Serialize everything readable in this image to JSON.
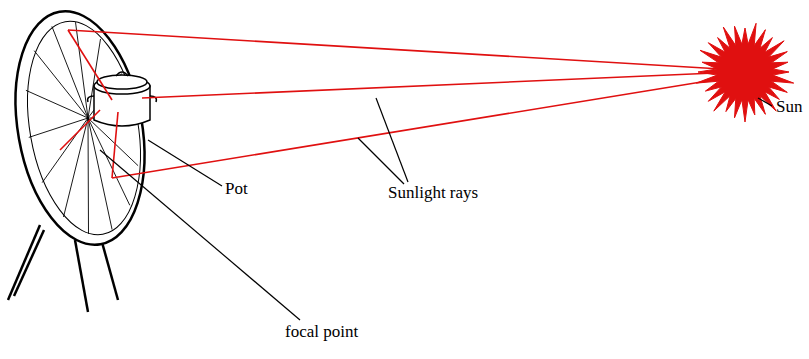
{
  "diagram": {
    "labels": [
      "Sun",
      "Pot",
      "Sunlight rays",
      "focal point"
    ]
  }
}
